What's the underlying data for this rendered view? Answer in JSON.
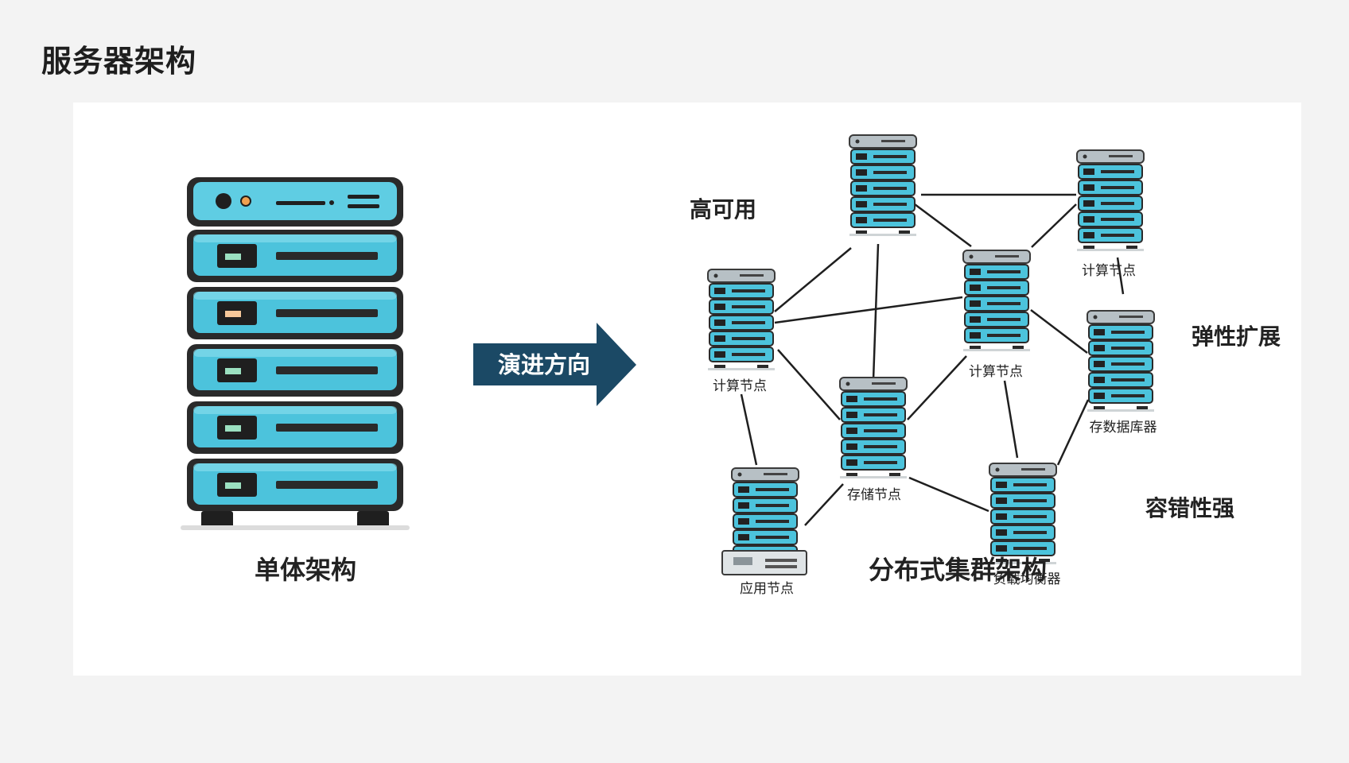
{
  "page": {
    "title": "服务器架构"
  },
  "monolith": {
    "caption": "单体架构"
  },
  "arrow": {
    "label": "演进方向",
    "color": "#1b4965"
  },
  "cluster": {
    "caption": "分布式集群架构",
    "features": {
      "high_availability": "高可用",
      "elastic_scaling": "弹性扩展",
      "fault_tolerance": "容错性强"
    },
    "nodes": {
      "compute_left": "计算节点",
      "compute_center": "计算节点",
      "compute_top_right": "计算节点",
      "database_server": "存数据库器",
      "storage_node": "存储节点",
      "app_node": "应用节点",
      "load_balancer": "负载均衡器"
    }
  },
  "colors": {
    "server_body": "#4cc3dc",
    "server_dark": "#2a2a2a",
    "server_top": "#9fa8ad",
    "arrow": "#1b4965"
  }
}
